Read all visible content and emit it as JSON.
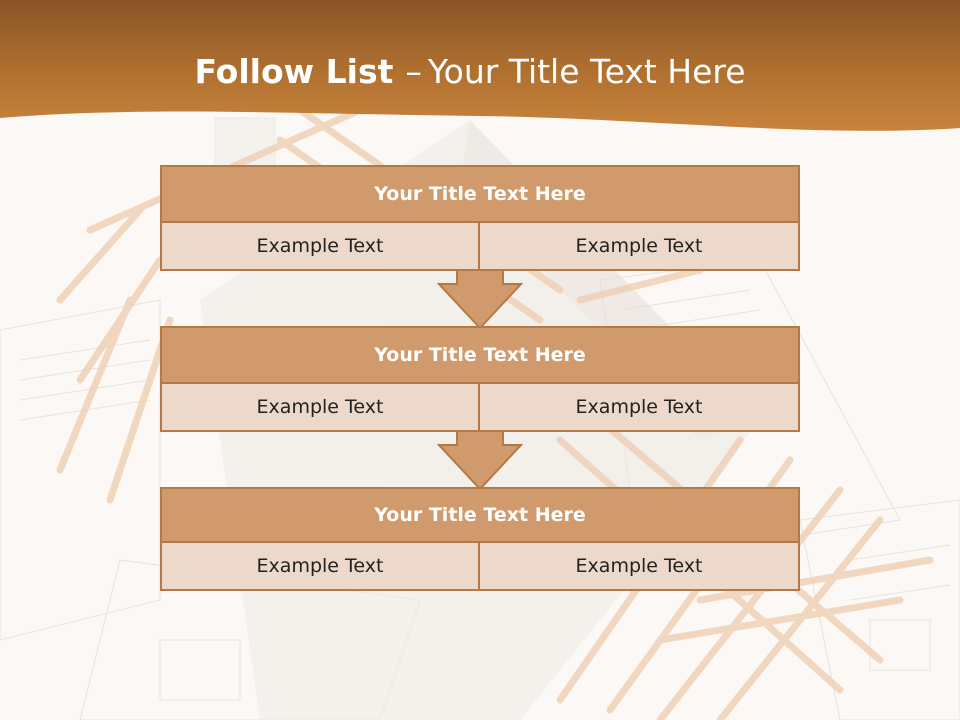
{
  "slide": {
    "title_bold": "Follow List",
    "title_separator": "–",
    "title_rest": "Your Title Text Here"
  },
  "blocks": [
    {
      "title": "Your Title Text Here",
      "cells": [
        "Example Text",
        "Example Text"
      ]
    },
    {
      "title": "Your Title Text Here",
      "cells": [
        "Example Text",
        "Example Text"
      ]
    },
    {
      "title": "Your Title Text Here",
      "cells": [
        "Example Text",
        "Example Text"
      ]
    }
  ],
  "colors": {
    "header": "#b87838",
    "block_title": "#d09a6c",
    "block_border": "#b47a46",
    "cell_fill": "#ecd9cc"
  }
}
